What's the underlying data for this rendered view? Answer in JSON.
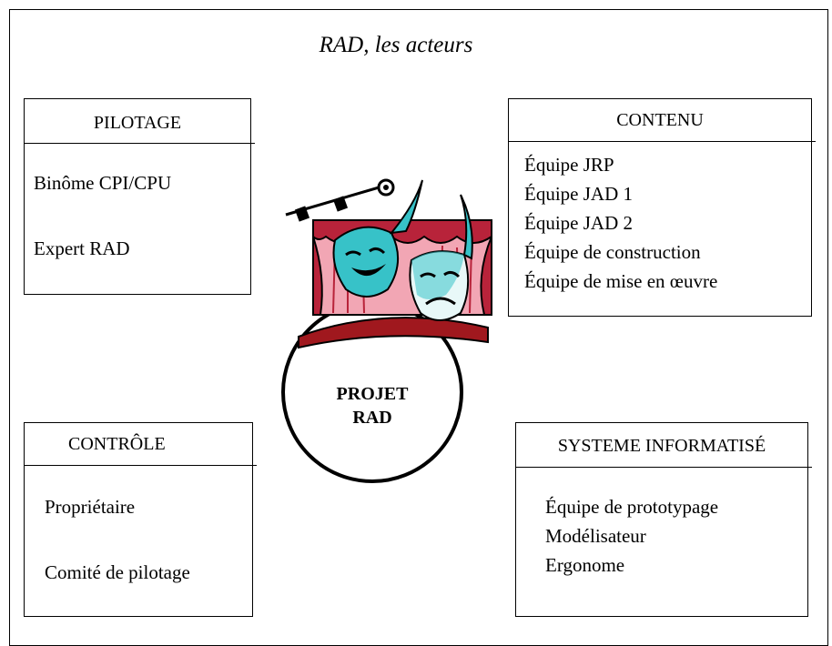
{
  "title": "RAD, les acteurs",
  "center": {
    "line1": "PROJET",
    "line2": "RAD"
  },
  "boxes": {
    "pilotage": {
      "header": "PILOTAGE",
      "items": [
        "Binôme CPI/CPU",
        "Expert RAD"
      ]
    },
    "contenu": {
      "header": "CONTENU",
      "items": [
        "Équipe JRP",
        "Équipe JAD 1",
        "Équipe JAD 2",
        "Équipe de construction",
        "Équipe de mise en œuvre"
      ]
    },
    "controle": {
      "header": "CONTRÔLE",
      "items": [
        "Propriétaire",
        "Comité de pilotage"
      ]
    },
    "systeme": {
      "header": "SYSTEME INFORMATISÉ",
      "items": [
        "Équipe de prototypage",
        "Modélisateur",
        "Ergonome"
      ]
    }
  },
  "illustration": {
    "icon": "theater-masks-icon",
    "colors": {
      "curtain": "#b8233a",
      "curtain_pink": "#f2a6b4",
      "mask": "#37c2c8",
      "stage": "#a0181e"
    }
  }
}
